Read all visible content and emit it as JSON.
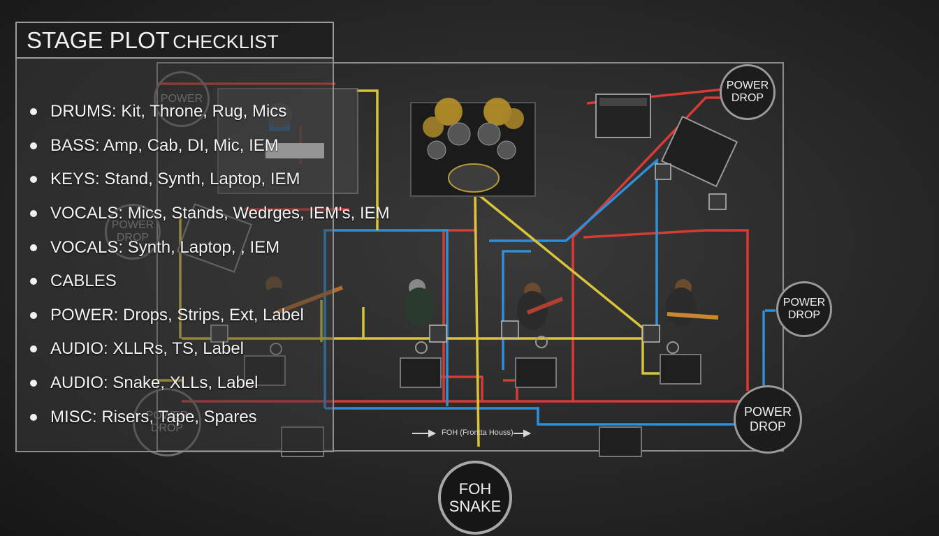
{
  "checklist": {
    "title_main": "STAGE PLOT",
    "title_sub": "CHECKLIST",
    "items": [
      {
        "text": "DRUMS: Kit, Throne, Rug, Mics"
      },
      {
        "text": "BASS: Amp, Cab, DI, Mic, IEM"
      },
      {
        "text": "KEYS: Stand, Synth, Laptop, IEM"
      },
      {
        "text": "VOCALS: Mics, Stands, Wedrges, IEM's, IEM"
      },
      {
        "text": "VOCALS: Synth, Laptop, , IEM"
      },
      {
        "text": "CABLES"
      },
      {
        "text": "POWER: Drops, Strips, Ext, Label"
      },
      {
        "text": "AUDIO: XLLRs, TS, Label"
      },
      {
        "text": "AUDIO: Snake, XLLs, Label"
      },
      {
        "text": "MISC: Risers, Tape, Spares"
      }
    ]
  },
  "stage": {
    "power_drop_top_right": {
      "line1": "POWER",
      "line2": "DROP"
    },
    "power_drop_right": {
      "line1": "POWER",
      "line2": "DROP"
    },
    "power_drop_bottom_right": {
      "line1": "POWER",
      "line2": "DROP"
    },
    "power_faint_top_left": {
      "line1": "POWER",
      "line2": ""
    },
    "power_faint_mid_left": {
      "line1": "POWER",
      "line2": "DROP"
    },
    "power_faint_bottom_left": {
      "line1": "POWER",
      "line2": "DROP"
    },
    "foh_snake": {
      "line1": "FOH",
      "line2": "SNAKE"
    },
    "foh_direction_label": "FOH (Frontta Houss)"
  },
  "colors": {
    "background": "#2a2a2a",
    "power_cable": "#d83a34",
    "audio_cable_blue": "#2f8fd8",
    "audio_cable_yellow": "#d9c43a",
    "stage_outline": "#9a9a9a"
  }
}
